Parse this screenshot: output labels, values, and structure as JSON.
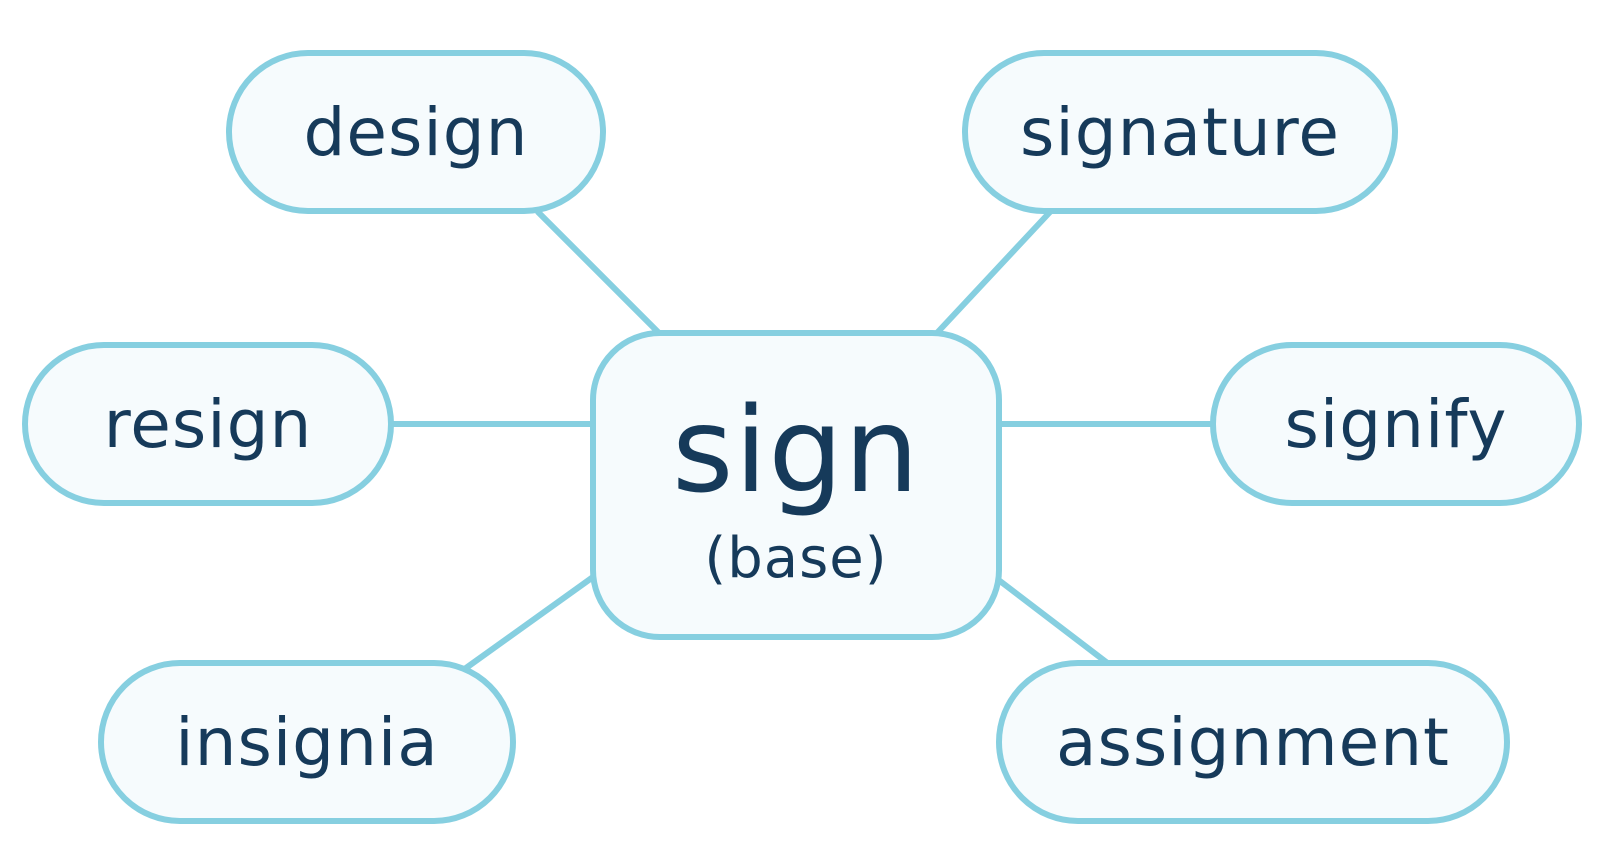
{
  "center": {
    "word": "sign",
    "label": "(base)"
  },
  "nodes": {
    "design": "design",
    "signature": "signature",
    "resign": "resign",
    "signify": "signify",
    "insignia": "insignia",
    "assignment": "assignment"
  },
  "colors": {
    "border": "#86cfe0",
    "fill": "#f6fbfd",
    "text": "#163a5a",
    "connector": "#86cfe0"
  }
}
